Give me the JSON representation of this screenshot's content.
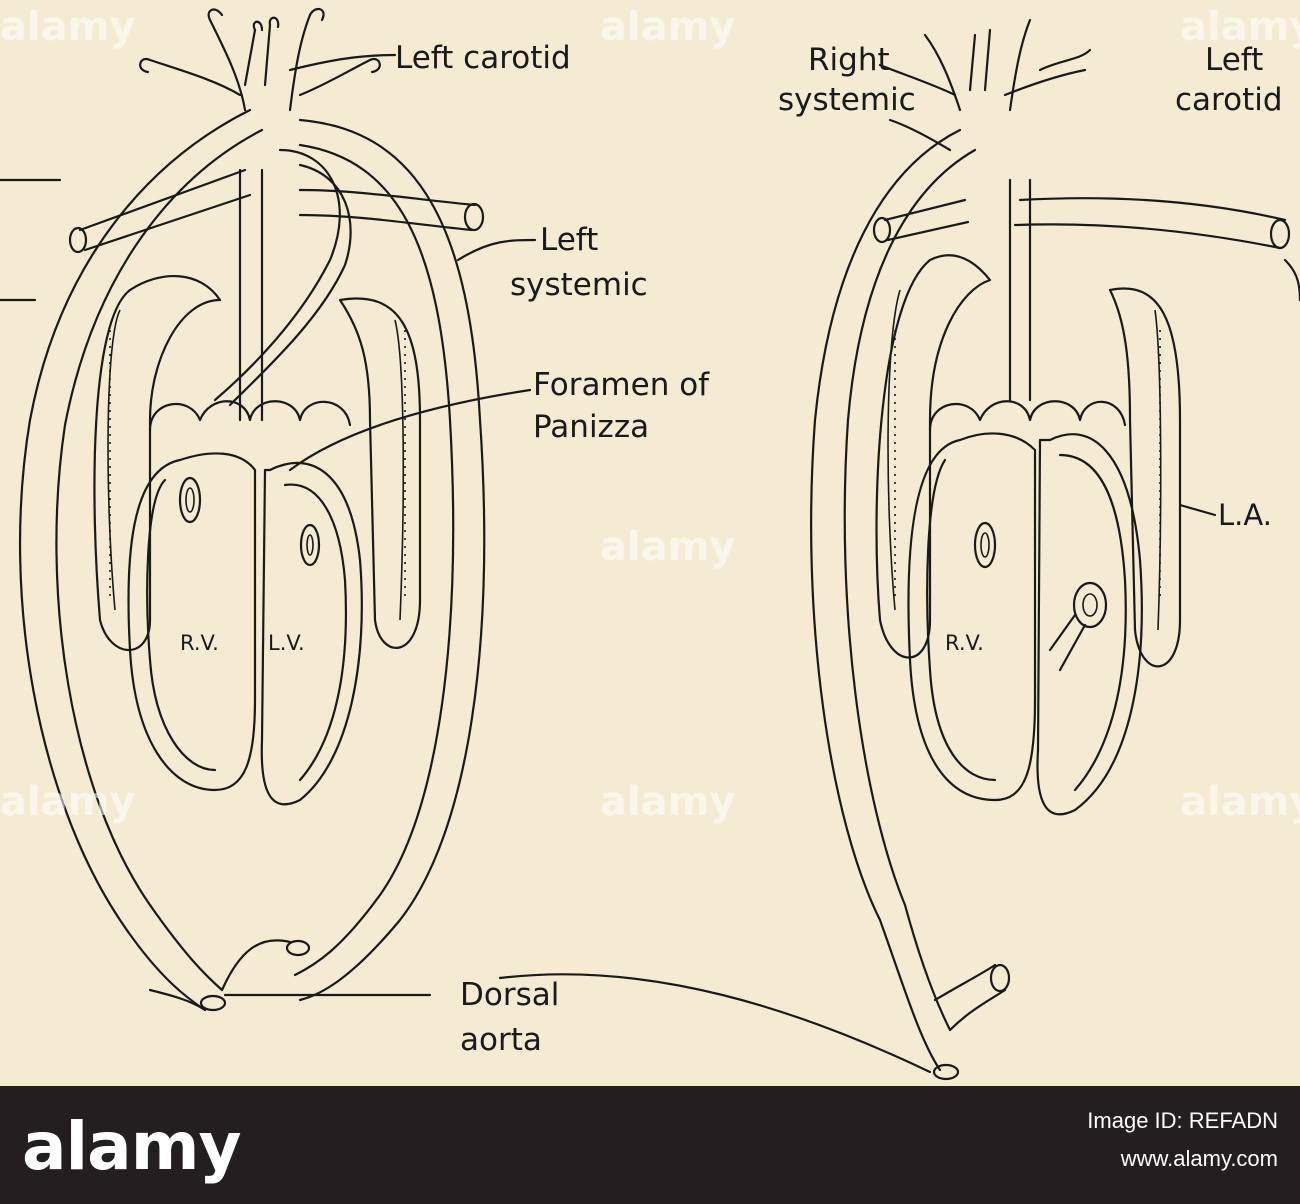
{
  "diagram": {
    "labels": {
      "left_carotid_a": "Left carotid",
      "left_systemic_line1": "Left",
      "left_systemic_line2": "systemic",
      "foramen_line1": "Foramen of",
      "foramen_line2": "Panizza",
      "rv_a": "R.V.",
      "lv_a": "L.V.",
      "dorsal_line1": "Dorsal",
      "dorsal_line2": "aorta",
      "right_systemic_line1": "Right",
      "right_systemic_line2": "systemic",
      "left_carotid_b_line1": "Left",
      "left_carotid_b_line2": "carotid",
      "la_b": "L.A.",
      "rv_b": "R.V."
    },
    "watermark": "alamy"
  },
  "footer": {
    "logo": "alamy",
    "image_id_label": "Image ID: REFADN",
    "site": "www.alamy.com"
  }
}
